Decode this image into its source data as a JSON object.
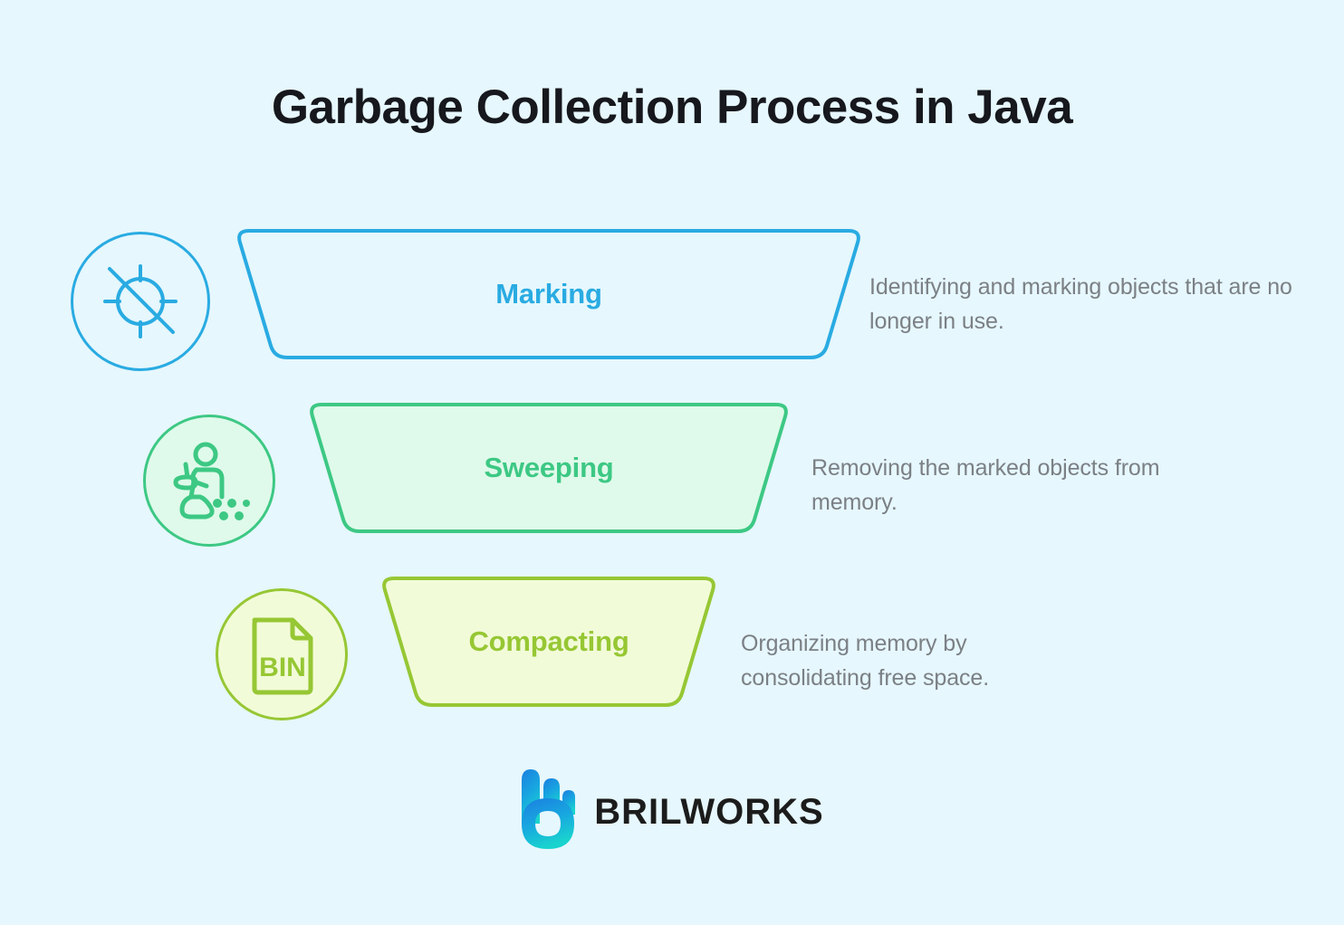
{
  "page": {
    "background_color": "#E6F7FD",
    "title": "Garbage Collection Process in Java"
  },
  "stages": [
    {
      "label": "Marking",
      "description": "Identifying and marking objects that are no longer in use.",
      "icon_name": "no-target-crosshair-icon",
      "accent_color": "#29ABE2",
      "fill_color": "#E6F7FD"
    },
    {
      "label": "Sweeping",
      "description": "Removing the marked objects from memory.",
      "icon_name": "person-sweeping-broom-icon",
      "accent_color": "#3DC884",
      "fill_color": "#DFFAEA"
    },
    {
      "label": "Compacting",
      "description": "Organizing memory by consolidating free space.",
      "icon_name": "bin-file-document-icon",
      "accent_color": "#96C734",
      "fill_color": "#F2FBD8"
    }
  ],
  "icon_text": {
    "bin_file_label": "BIN"
  },
  "footer": {
    "brand_name": "BRILWORKS",
    "logo_icon_name": "brilworks-b-mark-icon",
    "logo_gradient_start": "#1B7FE0",
    "logo_gradient_end": "#19D3CE",
    "brand_text_color": "#1C1C1C"
  }
}
